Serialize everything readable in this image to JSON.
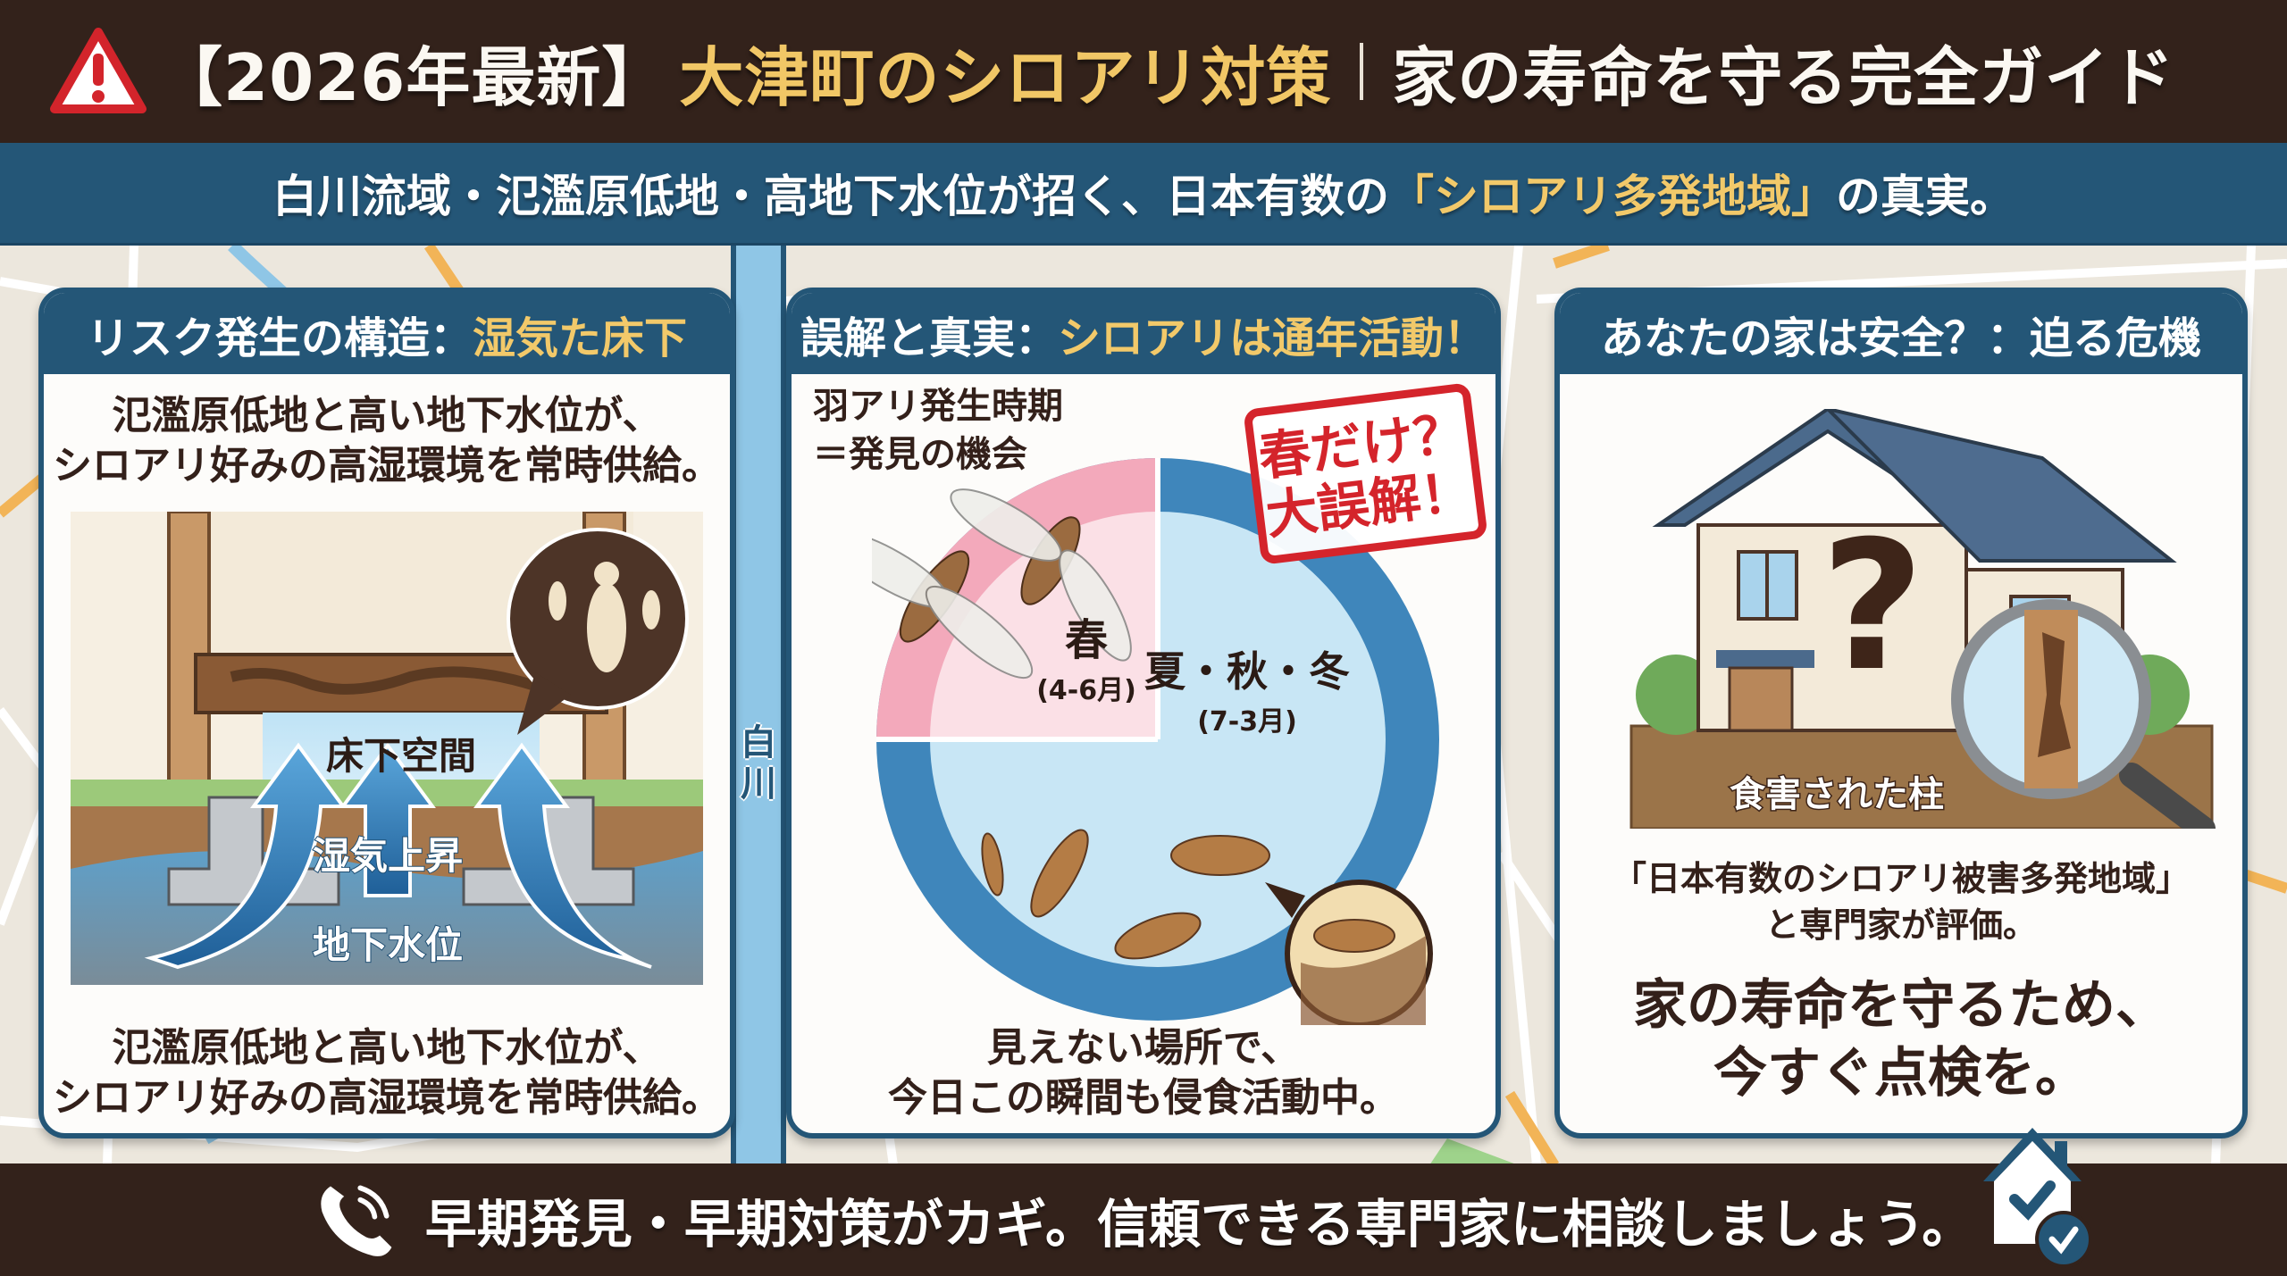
{
  "header": {
    "prefix": "【2026年最新】",
    "title_highlight": "大津町のシロアリ対策",
    "title_rest": "家の寿命を守る完全ガイド",
    "warning_icon": "warning-triangle-icon"
  },
  "subheader": {
    "text_before": "白川流域・氾濫原低地・高地下水位が招く、日本有数の",
    "text_highlight": "「シロアリ多発地域」",
    "text_after": "の真実。"
  },
  "map": {
    "river_label": [
      "白",
      "川"
    ]
  },
  "panels": [
    {
      "title_prefix": "リスク発生の構造：",
      "title_highlight": "湿気た床下",
      "top_text": [
        "氾濫原低地と高い地下水位が、",
        "シロアリ好みの高湿環境を常時供給。"
      ],
      "illustration": {
        "underfloor_label": "床下空間",
        "rising_label": "湿気上昇",
        "water_label": "地下水位",
        "bubble_icon": "termite-bubble-icon"
      },
      "bottom_text": [
        "氾濫原低地と高い地下水位が、",
        "シロアリ好みの高湿環境を常時供給。"
      ]
    },
    {
      "title_prefix": "誤解と真実：",
      "title_highlight": "シロアリは通年活動！",
      "swarm_label": [
        "羽アリ発生時期",
        "＝発見の機会"
      ],
      "stamp": [
        "春だけ？",
        "大誤解！"
      ],
      "season_chart": {
        "spring": {
          "label": "春",
          "months": "(4-6月)",
          "color": "#f3a9bb"
        },
        "rest": {
          "label": "夏・秋・冬",
          "months": "(7-3月)",
          "color": "#3f86bb"
        }
      },
      "bottom_text": [
        "見えない場所で、",
        "今日この瞬間も侵食活動中。"
      ]
    },
    {
      "title": "あなたの家は安全？：迫る危機",
      "illustration": {
        "question_mark": "?",
        "pillar_label": "食害された柱",
        "magnifier_icon": "magnifying-glass-icon"
      },
      "quote": [
        "「日本有数のシロアリ被害多発地域」",
        "と専門家が評価。"
      ],
      "cta": [
        "家の寿命を守るため、",
        "今すぐ点検を。"
      ]
    }
  ],
  "footer": {
    "text": "早期発見・早期対策がカギ。信頼できる専門家に相談しましょう。",
    "phone_icon": "phone-icon",
    "house_icon": "house-check-icon"
  },
  "colors": {
    "dark_brown": "#33221b",
    "navy": "#245677",
    "gold": "#f1c766",
    "stamp_red": "#d4242b",
    "pink": "#f3a9bb",
    "light_blue": "#c8e6f5"
  }
}
